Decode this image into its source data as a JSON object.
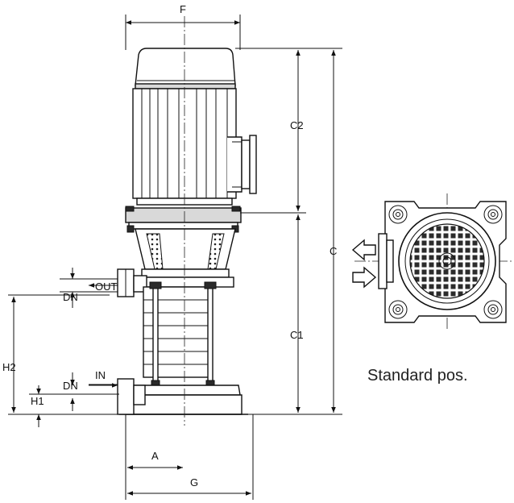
{
  "labels": {
    "F": "F",
    "C2": "C2",
    "C": "C",
    "C1": "C1",
    "H2": "H2",
    "H1": "H1",
    "DN_out": "DN",
    "DN_in": "DN",
    "OUT": "OUT",
    "IN": "IN",
    "A": "A",
    "G": "G"
  },
  "caption": "Standard pos."
}
